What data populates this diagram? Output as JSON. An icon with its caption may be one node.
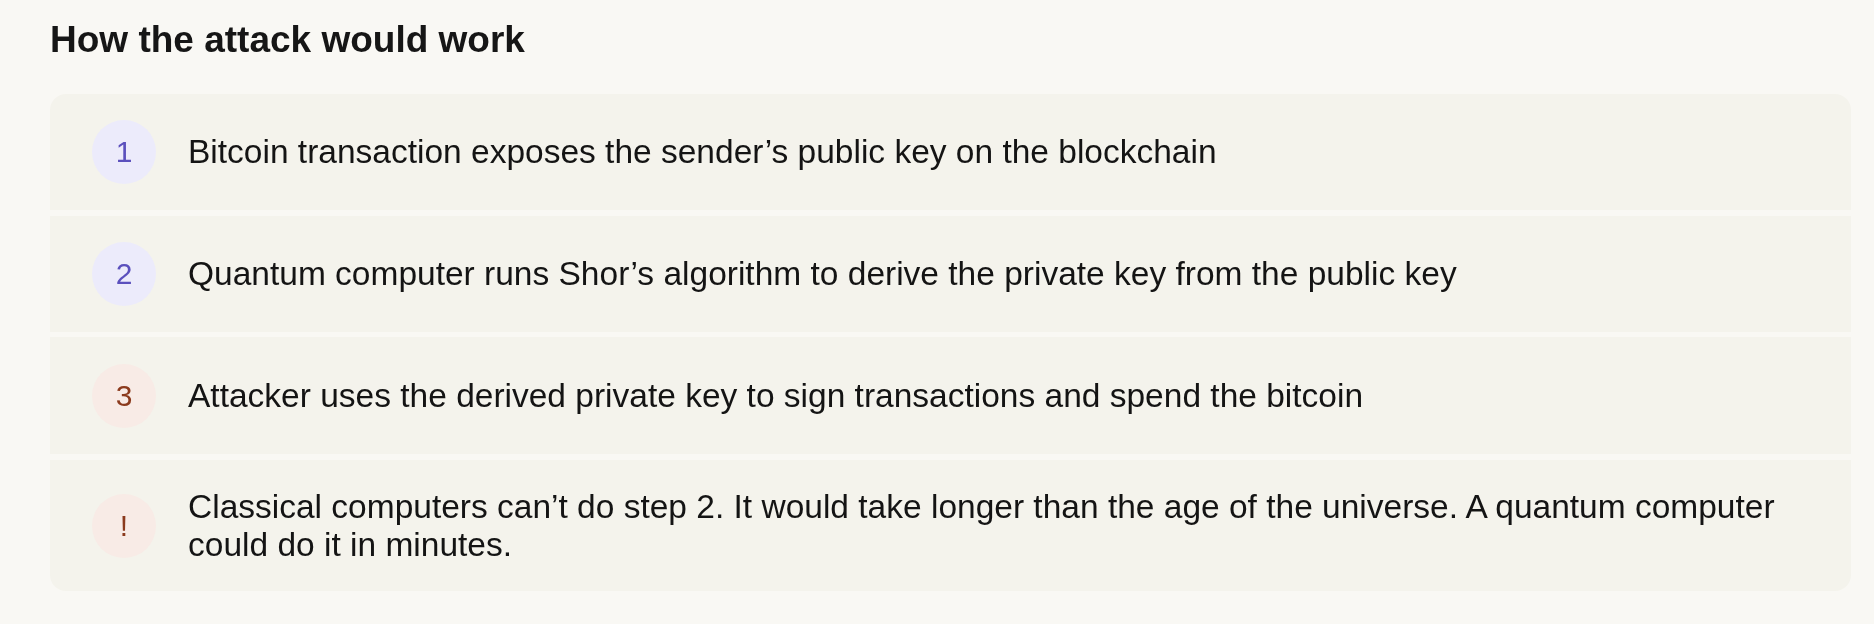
{
  "diagram": {
    "title": "How the attack would work",
    "nodes": [
      {
        "text": [
          "Bitcoin transaction exposes the sender’s public key on the blockchain"
        ]
      },
      {
        "text": [
          "1"
        ],
        "in": 0
      },
      {
        "text": [
          "Quantum computer runs Shor’s algorithm to derive the private key from the public key"
        ]
      },
      {
        "text": [
          "2"
        ],
        "in": 2
      },
      {
        "text": [
          "Attacker uses the derived private key to sign transactions and spend the bitcoin"
        ]
      },
      {
        "text": [
          "3"
        ],
        "in": 4
      },
      {
        "text": [
          "Classical computers can’t do step 2. It would take longer than the age of the universe. A quantum computer could do it in minutes."
        ]
      },
      {
        "text": [
          "!"
        ],
        "in": 6
      }
    ]
  }
}
